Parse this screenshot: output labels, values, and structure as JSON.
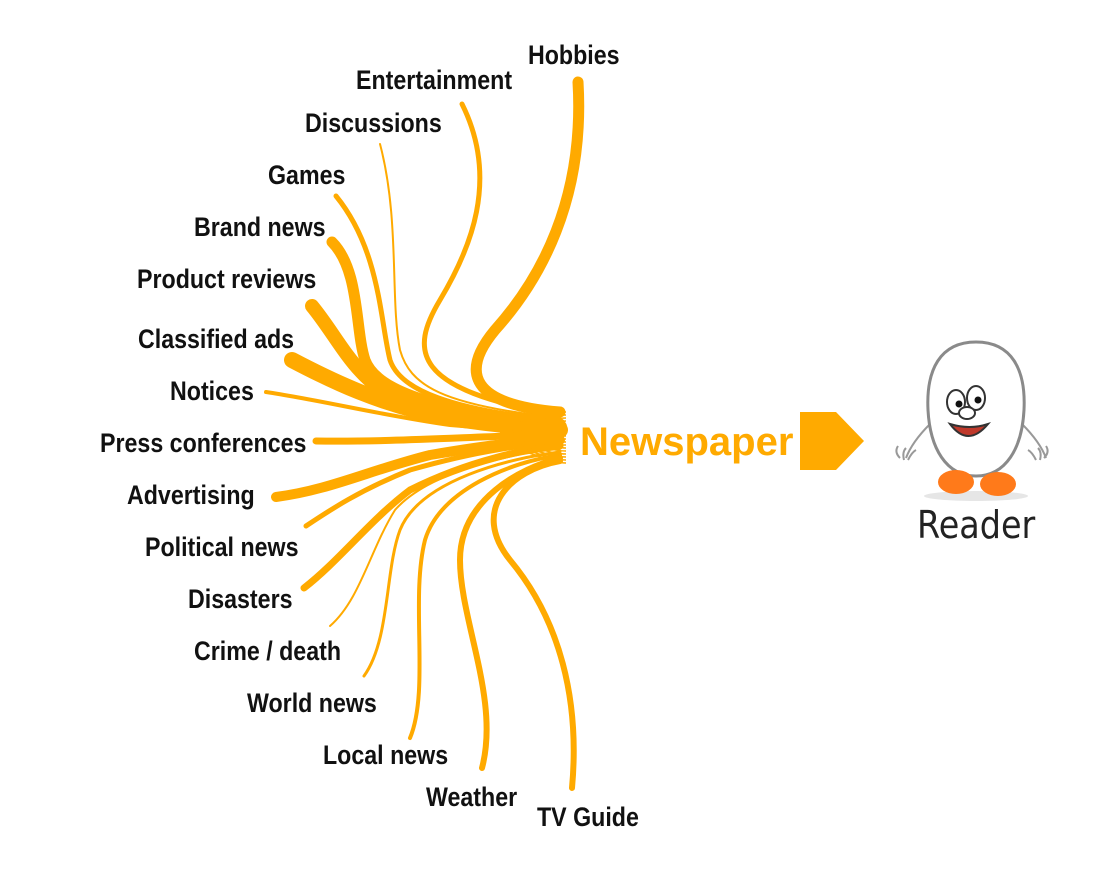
{
  "colors": {
    "stream": "#FFAA00",
    "hub_text": "#FFAA00",
    "label_text": "#111111",
    "mascot_outline": "#888888",
    "mascot_feet": "#FF7A1A"
  },
  "topics": [
    "Hobbies",
    "Entertainment",
    "Discussions",
    "Games",
    "Brand news",
    "Product reviews",
    "Classified ads",
    "Notices",
    "Press conferences",
    "Advertising",
    "Political news",
    "Disasters",
    "Crime / death",
    "World news",
    "Local news",
    "Weather",
    "TV Guide"
  ],
  "hub": {
    "label": "Newspaper"
  },
  "arrow": {
    "icon": "right-arrow-icon"
  },
  "reader": {
    "label": "Reader",
    "icon": "reader-mascot-icon"
  }
}
